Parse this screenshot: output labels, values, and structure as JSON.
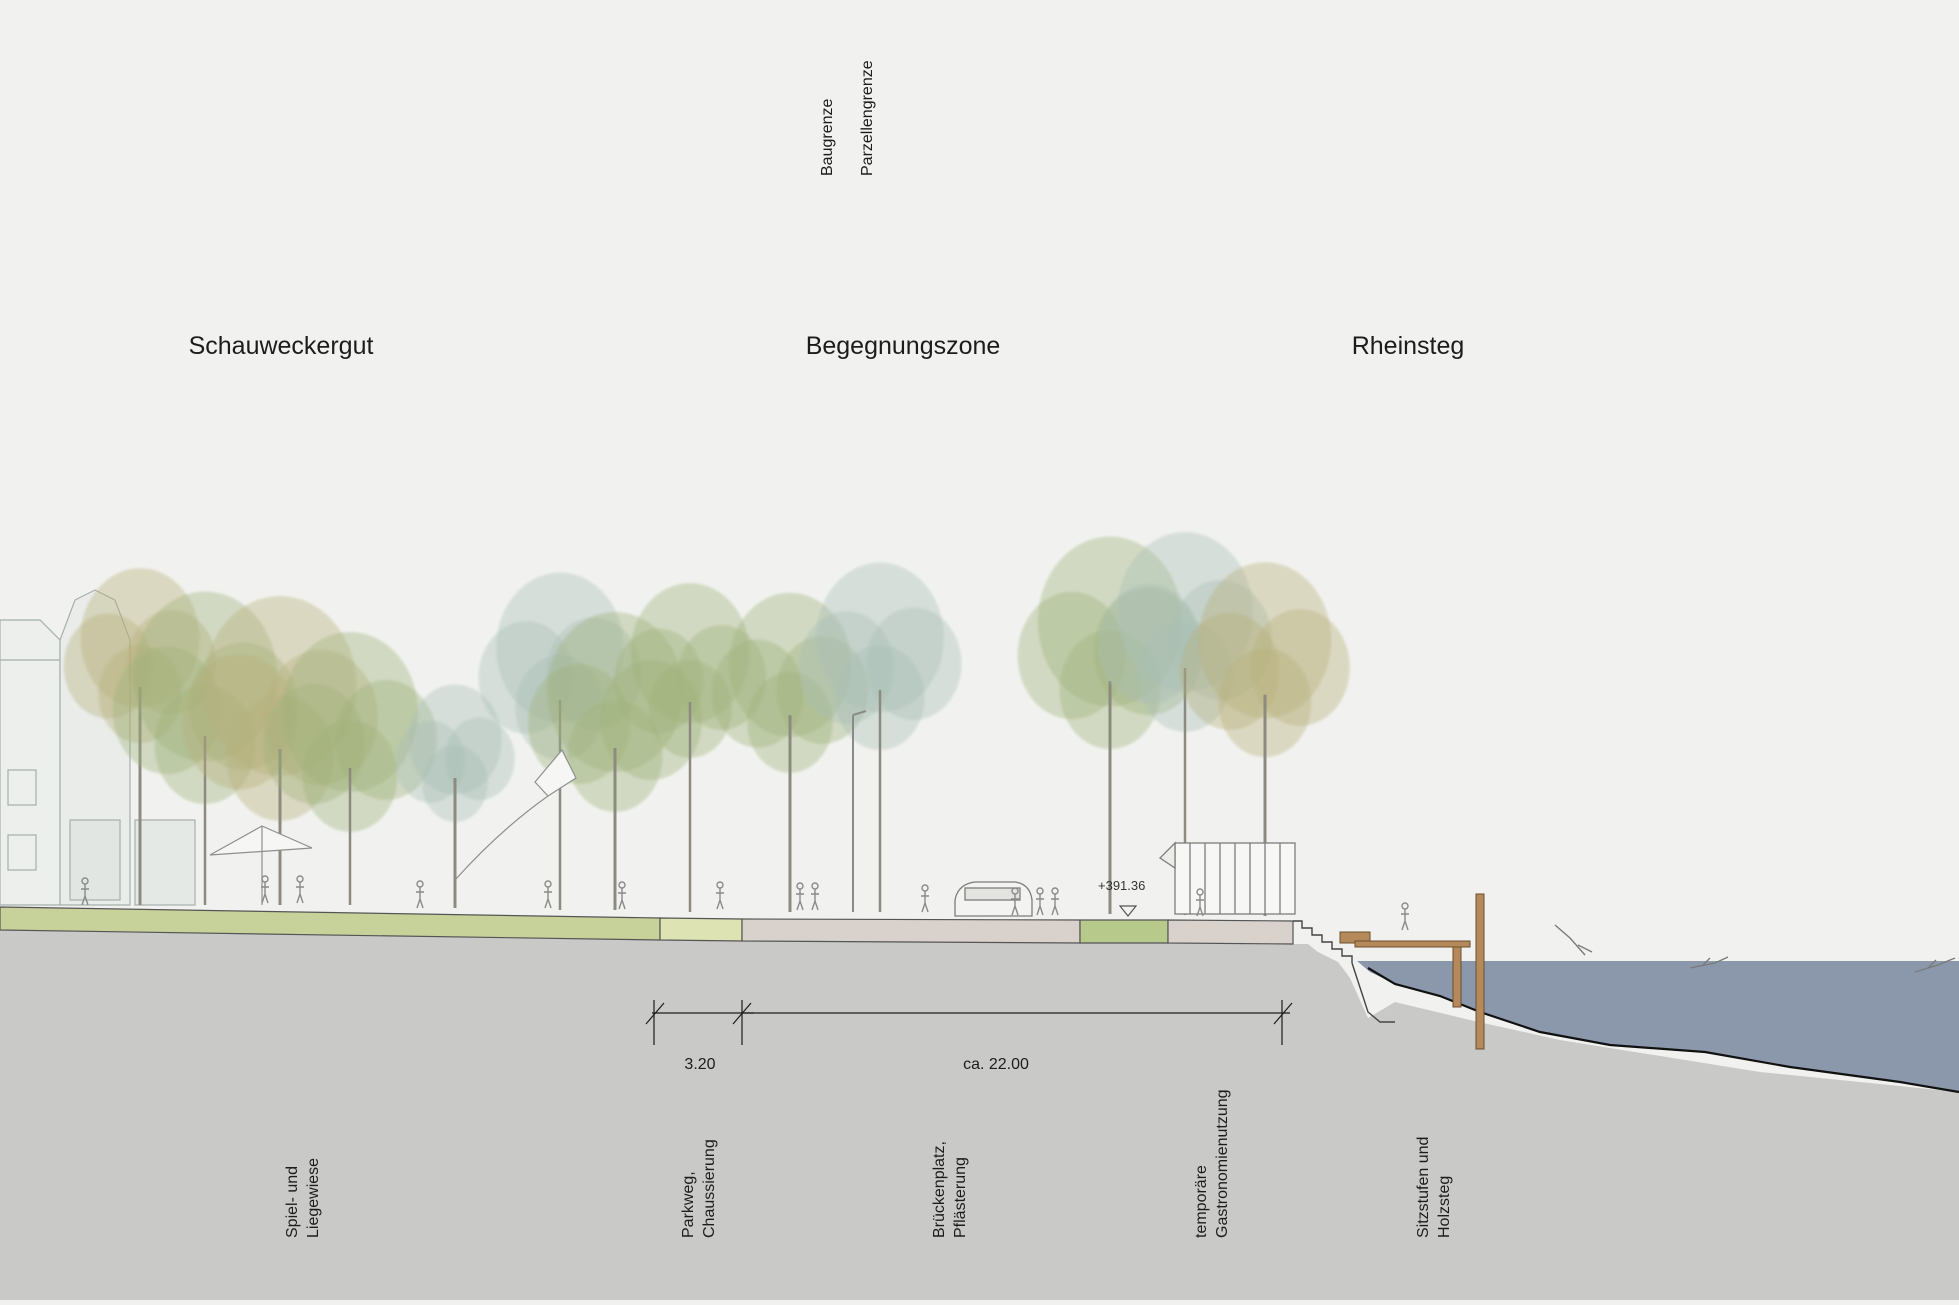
{
  "zones": {
    "left": "Schauweckergut",
    "center": "Begegnungszone",
    "right": "Rheinsteg"
  },
  "boundaries": {
    "build_line": "Baugrenze",
    "parcel_line": "Parzellengrenze"
  },
  "dimensions": {
    "path_width": "3.20",
    "plaza_width": "ca. 22.00"
  },
  "elevation": "+391.36",
  "surface_labels": {
    "lawn": [
      "Spiel- und",
      "Liegewiese"
    ],
    "path": [
      "Parkweg,",
      "Chaussierung"
    ],
    "plaza": [
      "Brückenplatz,",
      "Pflästerung"
    ],
    "gastro": [
      "temporäre",
      "Gastronomienutzung"
    ],
    "steps": [
      "Sitzstufen und",
      "Holzsteg"
    ]
  },
  "colors": {
    "sky": "#f1f2ef",
    "ground": "#c9cac8",
    "water": "#8b98ab",
    "lawn": "#c6d29a",
    "path": "#dde3b3",
    "plaza": "#d8d1cc",
    "planting": "#b7c98b",
    "wood": "#b5895a",
    "tree_green": "#9fb27a",
    "tree_olive": "#b8b07a",
    "tree_blue": "#a9bfb6"
  }
}
